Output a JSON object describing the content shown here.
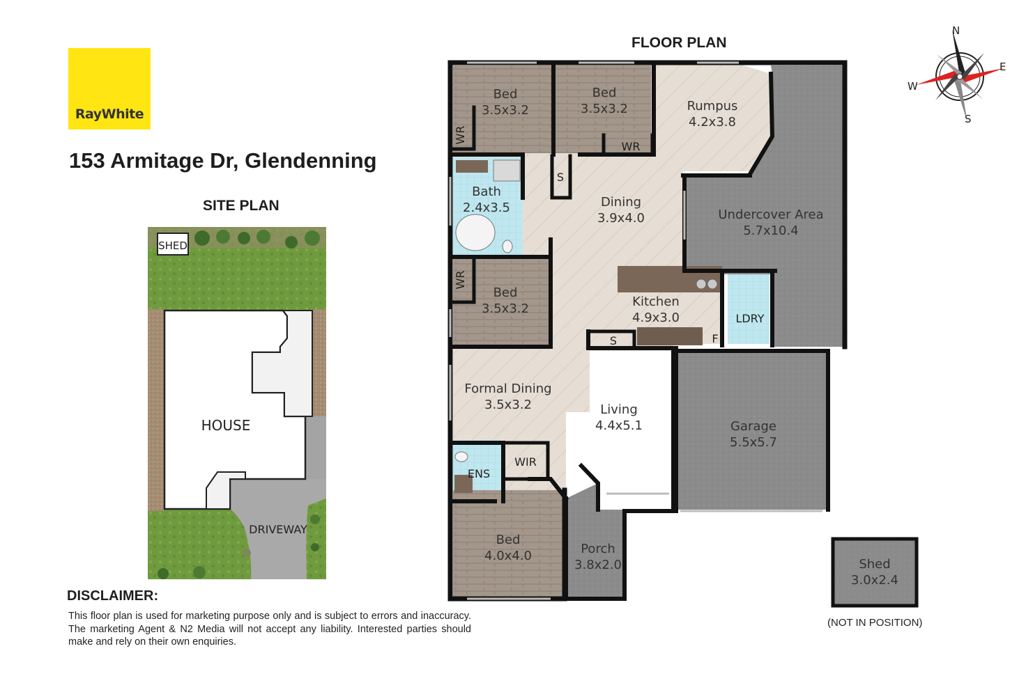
{
  "brand": {
    "logo_text": "RayWhite",
    "color": "#ffe512"
  },
  "address": "153 Armitage Dr, Glendenning",
  "site_plan": {
    "title": "SITE PLAN",
    "labels": {
      "shed": "SHED",
      "house": "HOUSE",
      "driveway": "DRIVEWAY"
    }
  },
  "floor_plan": {
    "title": "FLOOR PLAN",
    "rooms": {
      "bed1": {
        "name": "Bed",
        "size": "3.5x3.2"
      },
      "bed2": {
        "name": "Bed",
        "size": "3.5x3.2"
      },
      "rumpus": {
        "name": "Rumpus",
        "size": "4.2x3.8"
      },
      "bath": {
        "name": "Bath",
        "size": "2.4x3.5"
      },
      "dining": {
        "name": "Dining",
        "size": "3.9x4.0"
      },
      "undercover": {
        "name": "Undercover Area",
        "size": "5.7x10.4"
      },
      "bed3": {
        "name": "Bed",
        "size": "3.5x3.2"
      },
      "kitchen": {
        "name": "Kitchen",
        "size": "4.9x3.0"
      },
      "formal_dining": {
        "name": "Formal Dining",
        "size": "3.5x3.2"
      },
      "living": {
        "name": "Living",
        "size": "4.4x5.1"
      },
      "garage": {
        "name": "Garage",
        "size": "5.5x5.7"
      },
      "bed4": {
        "name": "Bed",
        "size": "4.0x4.0"
      },
      "porch": {
        "name": "Porch",
        "size": "3.8x2.0"
      },
      "shed": {
        "name": "Shed",
        "size": "3.0x2.4"
      }
    },
    "small_labels": {
      "wr": "WR",
      "storage": "S",
      "ldry": "LDRY",
      "fridge": "F",
      "ens": "ENS",
      "wir": "WIR"
    },
    "shed_note": "(NOT IN POSITION)"
  },
  "compass": {
    "n": "N",
    "e": "E",
    "s": "S",
    "w": "W"
  },
  "disclaimer": {
    "title": "DISCLAIMER:",
    "text": "This floor plan is used for marketing purpose only and is subject to errors and inaccuracy. The marketing Agent & N2 Media will not accept any liability. Interested parties should make and rely on their own enquiries."
  }
}
